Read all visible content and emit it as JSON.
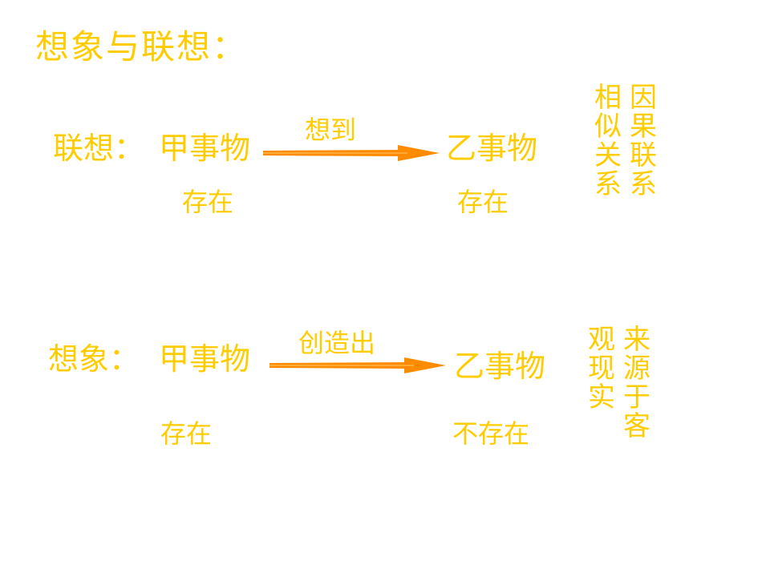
{
  "title": "想象与联想：",
  "association": {
    "label": "联想：",
    "from": "甲事物",
    "verb": "想到",
    "to": "乙事物",
    "from_state": "存在",
    "to_state": "存在",
    "relation_col1": "相似关系",
    "relation_col2": "因果联系"
  },
  "imagination": {
    "label": "想象：",
    "from": "甲事物",
    "verb": "创造出",
    "to": "乙事物",
    "from_state": "存在",
    "to_state": "不存在",
    "relation_col1": "观现实",
    "relation_col2": "来源于客"
  },
  "colors": {
    "text": "#ffcc00",
    "arrow": "#ff8c00"
  }
}
